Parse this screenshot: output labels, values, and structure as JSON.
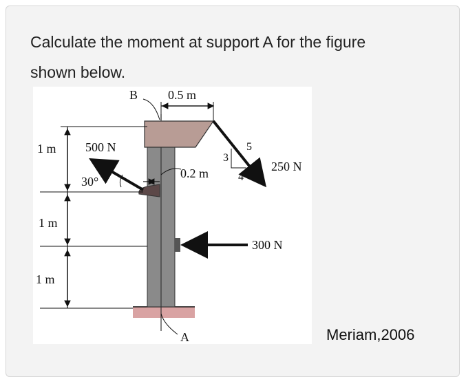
{
  "question": {
    "line1": "Calculate the moment at support A for the figure",
    "line2": "shown below."
  },
  "figure": {
    "labels": {
      "point_b": "B",
      "point_a": "A",
      "top_dim": "0.5 m",
      "arm_dim": "0.2 m",
      "dim_upper": "1 m",
      "dim_middle": "1 m",
      "dim_lower": "1 m",
      "force_500": "500 N",
      "angle_30": "30°",
      "force_250": "250 N",
      "force_300": "300 N",
      "slope_3": "3",
      "slope_4": "4",
      "slope_5": "5"
    },
    "colors": {
      "column": "#8a8a8a",
      "column_core": "#6e6e6e",
      "beam_top": "#b89c95",
      "support": "#d9a3a3",
      "bracket": "#5c4848"
    }
  },
  "credit": "Meriam,2006"
}
